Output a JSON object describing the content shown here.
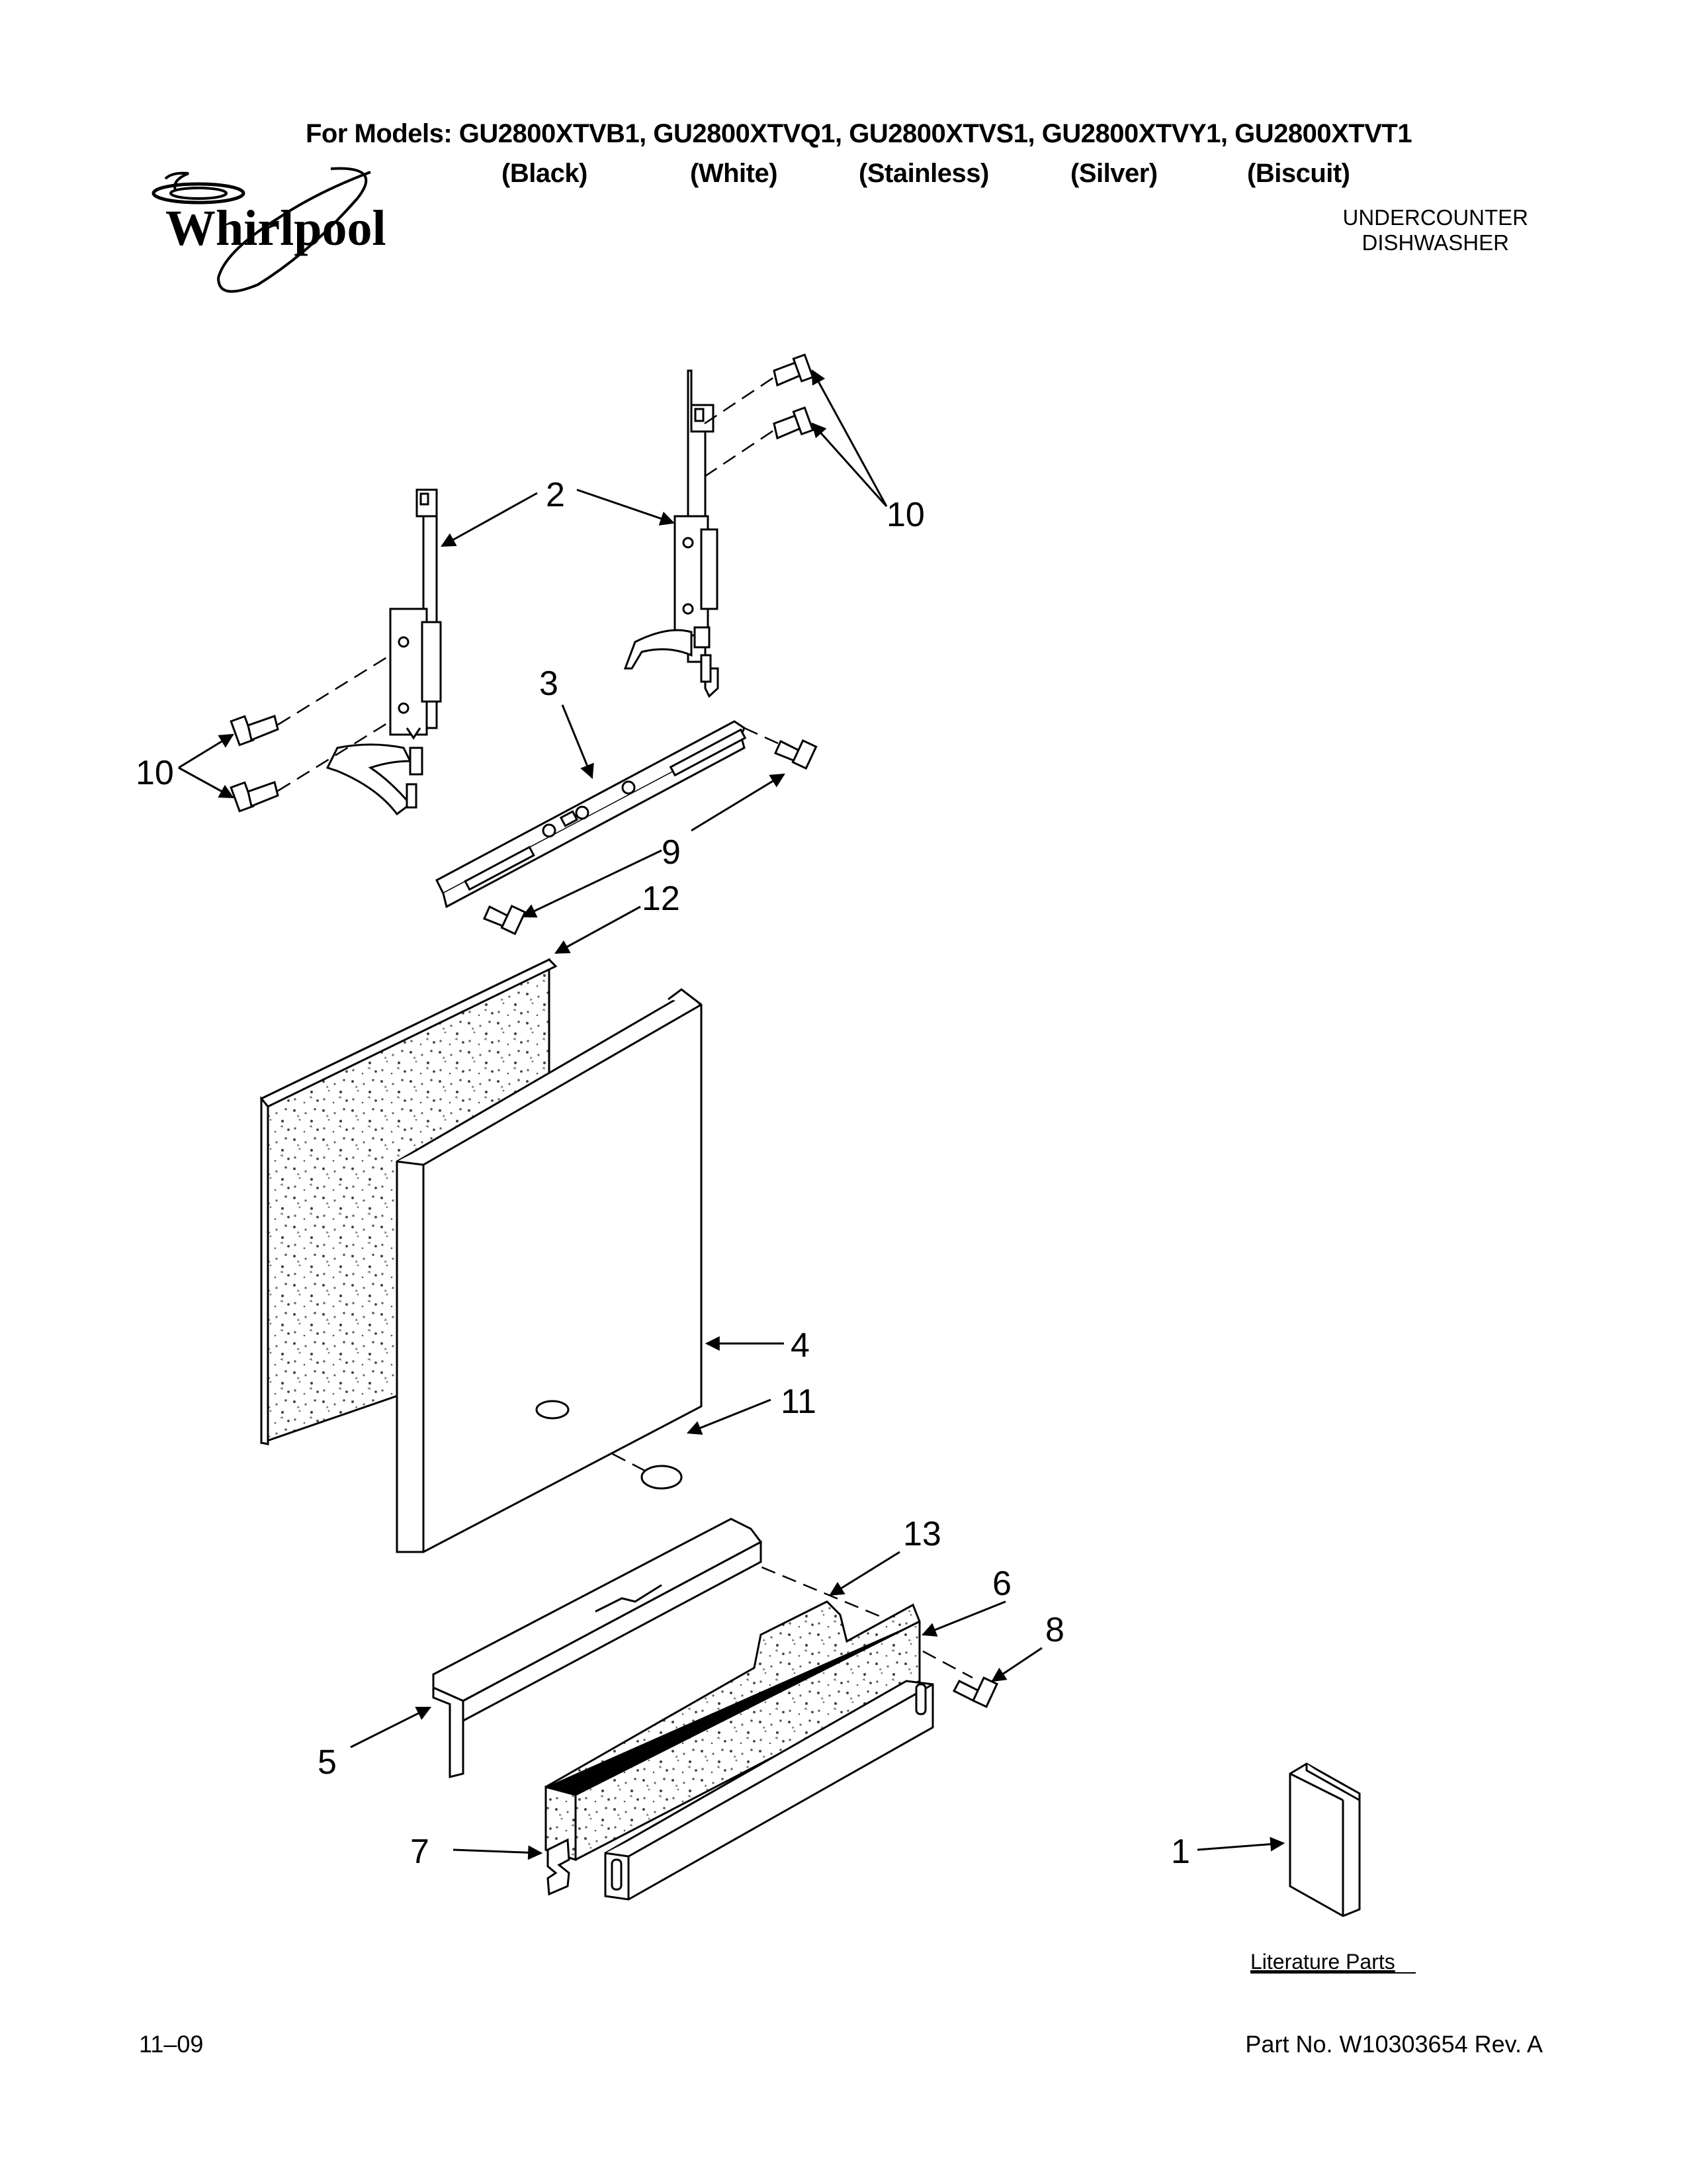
{
  "header": {
    "models_line": "For Models: GU2800XTVB1, GU2800XTVQ1, GU2800XTVS1, GU2800XTVY1, GU2800XTVT1",
    "colors": [
      "(Black)",
      "(White)",
      "(Stainless)",
      "(Silver)",
      "(Biscuit)"
    ],
    "brand": "Whirlpool",
    "product_line1": "UNDERCOUNTER",
    "product_line2": "DISHWASHER"
  },
  "callouts": {
    "c1": "1",
    "c2": "2",
    "c3": "3",
    "c4": "4",
    "c5": "5",
    "c6": "6",
    "c7": "7",
    "c8": "8",
    "c9": "9",
    "c10a": "10",
    "c10b": "10",
    "c11": "11",
    "c12": "12",
    "c13": "13"
  },
  "literature_label": "Literature Parts",
  "footer": {
    "date": "11–09",
    "part_no": "Part No. W10303654 Rev. A"
  }
}
